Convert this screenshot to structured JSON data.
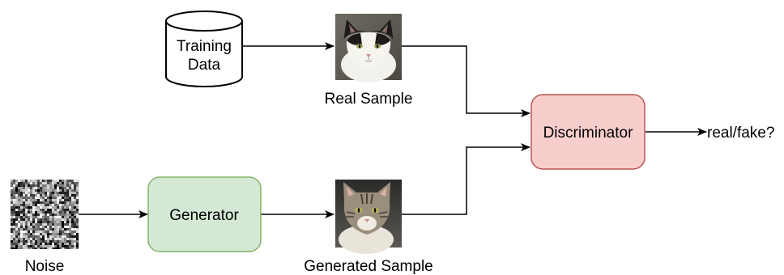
{
  "nodes": {
    "training_data": {
      "line1": "Training",
      "line2": "Data"
    },
    "generator": {
      "label": "Generator"
    },
    "discriminator": {
      "label": "Discriminator"
    }
  },
  "labels": {
    "real_sample": "Real Sample",
    "generated_sample": "Generated Sample",
    "noise": "Noise",
    "output": "real/fake?"
  },
  "images": {
    "real_sample": "black-and-white-cat-photo",
    "generated_sample": "tabby-cat-photo",
    "noise": "random-noise-pattern"
  },
  "colors": {
    "generator_fill": "#d5e8d4",
    "generator_stroke": "#82b366",
    "discriminator_fill": "#f8cecc",
    "discriminator_stroke": "#b85450",
    "edge": "#000000"
  }
}
